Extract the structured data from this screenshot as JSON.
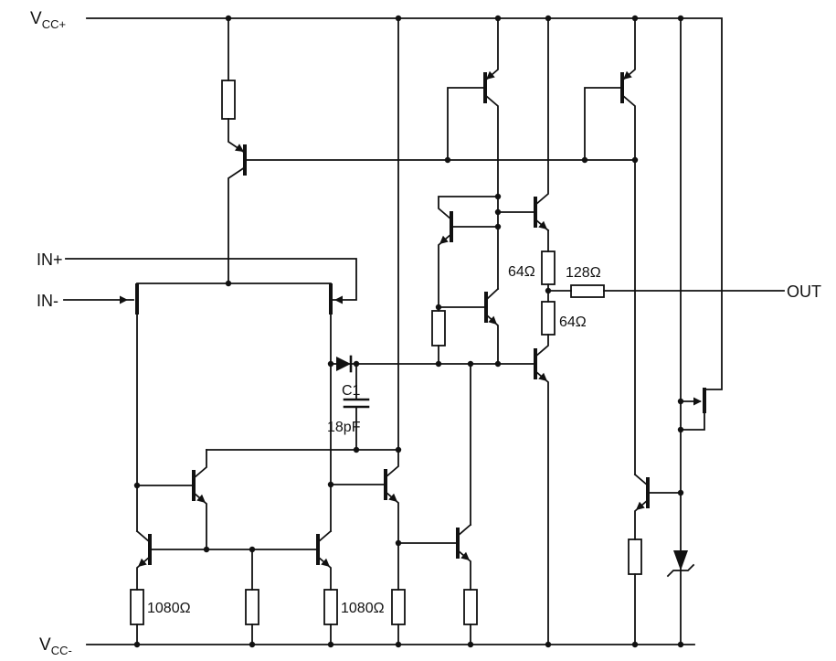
{
  "schematic": {
    "power_rails": {
      "positive": {
        "main": "V",
        "sub": "CC+"
      },
      "negative": {
        "main": "V",
        "sub": "CC-"
      }
    },
    "ports": {
      "in_plus": "IN+",
      "in_minus": "IN-",
      "out": "OUT"
    },
    "components": {
      "compensation_cap": {
        "name": "C1",
        "value": "18pF"
      },
      "resistors": {
        "r64_top": "64Ω",
        "r128": "128Ω",
        "r64_bottom": "64Ω",
        "r1080_left": "1080Ω",
        "r1080_right": "1080Ω"
      }
    },
    "colors": {
      "ink": "#111111",
      "background": "#ffffff"
    }
  }
}
